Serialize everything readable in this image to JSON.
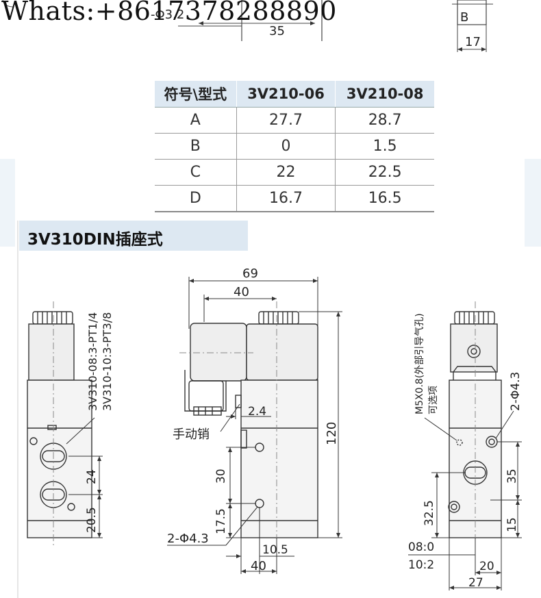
{
  "watermark": "Whats:+8617378288890",
  "top_fragment": {
    "dim_35": "35",
    "dim_17": "17",
    "label_b": "B",
    "phi_label": "-Φ3.2"
  },
  "spec_table": {
    "headers": [
      "符号\\型式",
      "3V210-06",
      "3V210-08"
    ],
    "rows": [
      [
        "A",
        "27.7",
        "28.7"
      ],
      [
        "B",
        "0",
        "1.5"
      ],
      [
        "C",
        "22",
        "22.5"
      ],
      [
        "D",
        "16.7",
        "16.5"
      ]
    ]
  },
  "section_title": "3V310DIN插座式",
  "left_view": {
    "model_1": "3V310-08:3-PT1/4",
    "model_2": "3V310-10:3-PT3/8",
    "dim_24": "24",
    "dim_20_5": "20.5"
  },
  "mid_view": {
    "dim_69": "69",
    "dim_40_top": "40",
    "dim_120": "120",
    "dim_2_4": "2.4",
    "manual_label": "手动销",
    "dim_30": "30",
    "dim_17_5": "17.5",
    "hole_label": "2-Φ4.3",
    "dim_10_5": "10.5",
    "dim_40_bottom": "40"
  },
  "right_view": {
    "port_label_1": "M5X0.8(外部引导气孔)",
    "port_label_2": "可选项",
    "hole_label": "2-Φ4.3",
    "dim_35": "35",
    "dim_32_5": "32.5",
    "dim_15": "15",
    "ratio_1": "08:0",
    "ratio_2": "10:2",
    "dim_20": "20",
    "dim_27": "27"
  }
}
